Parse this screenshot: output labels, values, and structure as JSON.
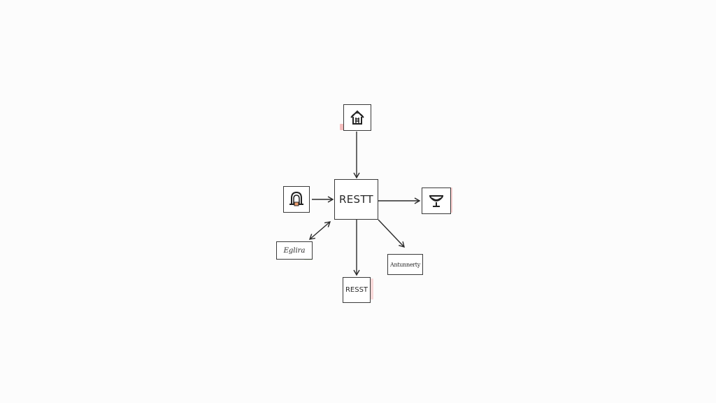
{
  "diagram": {
    "center_label": "RESTT",
    "bottom_label": "RESST",
    "lower_left_label": "Eglira",
    "lower_right_label": "Antunnerty"
  },
  "icons": {
    "top": "house-icon",
    "left": "bell-icon",
    "right": "bowl-icon"
  },
  "colors": {
    "line": "#2b2b2b",
    "accent_red": "#e05a5a",
    "accent_green": "#9bd38a"
  }
}
